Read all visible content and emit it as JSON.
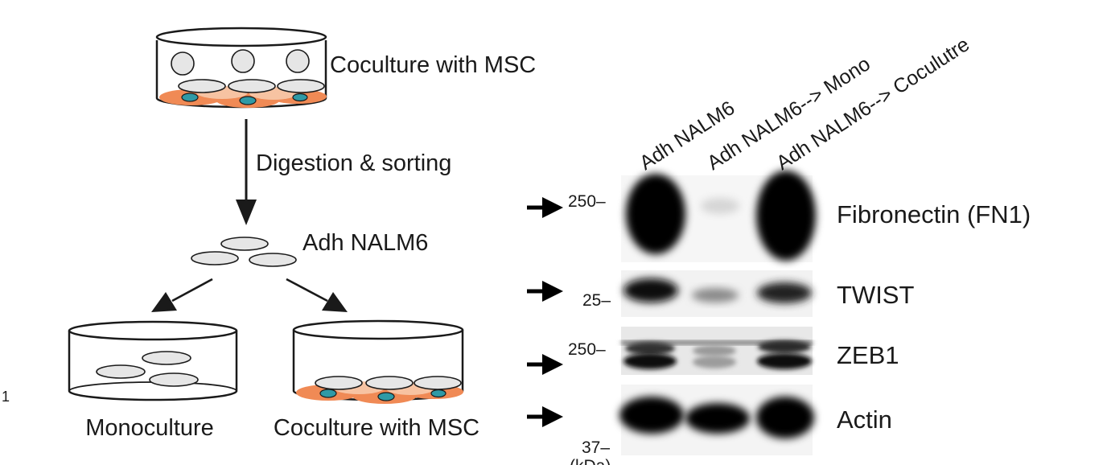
{
  "colors": {
    "ink": "#1a1a1a",
    "cell_fill": "#e6e6e6",
    "msc_orange": "#f08a55",
    "msc_light": "#f7c3a2",
    "nucleus_teal": "#2f9aa6"
  },
  "schematic": {
    "top_dish_label": "Coculture with MSC",
    "step_label": "Digestion & sorting",
    "cells_label": "Adh NALM6",
    "left_dish_label": "Monoculture",
    "right_dish_label": "Coculture with MSC",
    "edge_mark": "1"
  },
  "blot": {
    "lanes": [
      "Adh NALM6",
      "Adh NALM6--> Mono",
      "Adh NALM6--> Coculutre"
    ],
    "mw_markers": [
      "250–",
      "25–",
      "250–",
      "37–",
      "(kDa)"
    ],
    "proteins": [
      "Fibronectin (FN1)",
      "TWIST",
      "ZEB1",
      "Actin"
    ]
  }
}
